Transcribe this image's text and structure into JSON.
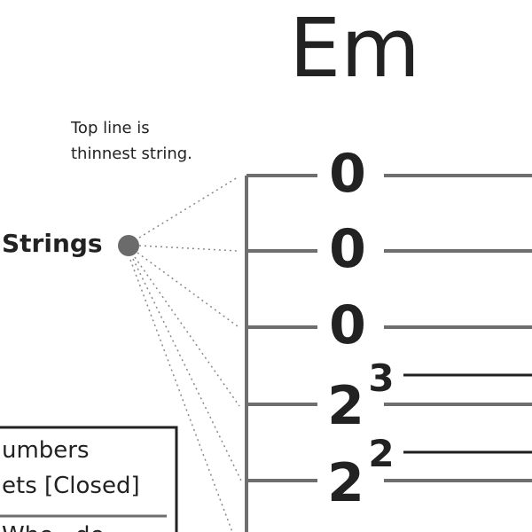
{
  "title": "Em",
  "note": [
    "Top line is",
    "thinnest string."
  ],
  "strings_label": "Strings",
  "strings": [
    {
      "fret": "0",
      "finger": ""
    },
    {
      "fret": "0",
      "finger": ""
    },
    {
      "fret": "0",
      "finger": ""
    },
    {
      "fret": "2",
      "finger": "3"
    },
    {
      "fret": "2",
      "finger": "2"
    }
  ],
  "legend": {
    "line1": "umbers",
    "line2": "ets [Closed]",
    "line3": "Whe...de"
  },
  "colors": {
    "line": "#6e6e6e",
    "text": "#222222",
    "dot": "#6b6b6b",
    "finger_line": "#1f1f1f"
  }
}
